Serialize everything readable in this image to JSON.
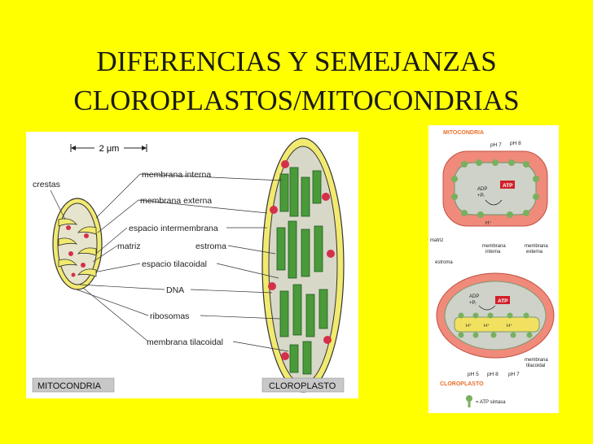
{
  "slide": {
    "title_line1": "DIFERENCIAS  Y SEMEJANZAS",
    "title_line2": "CLOROPLASTOS/MITOCONDRIAS",
    "background_color": "#ffff00"
  },
  "left_diagram": {
    "scale_label": "2 μm",
    "labels": {
      "crestas": "crestas",
      "membrana_interna": "membrana interna",
      "membrana_externa": "membrana externa",
      "espacio_intermembrana": "espacio intermembrana",
      "matriz": "matriz",
      "estroma": "estroma",
      "espacio_tilacoidal": "espacio tilacoidal",
      "dna": "DNA",
      "ribosomas": "ribosomas",
      "membrana_tilacoidal": "membrana tilacoidal"
    },
    "caption_left": "MITOCONDRIA",
    "caption_right": "CLOROPLASTO"
  },
  "right_diagram": {
    "title_top": "MITOCONDRIA",
    "ph7": "pH 7",
    "ph8": "pH 8",
    "atp": "ATP",
    "adp_line1": "ADP",
    "adp_line2": "+Pᵢ",
    "hplus": "H⁺",
    "matriz": "matriz",
    "membrana_interna_1": "membrana",
    "membrana_interna_2": "interna",
    "membrana_externa_1": "membrana",
    "membrana_externa_2": "externa",
    "estroma": "estroma",
    "membrana_tilacoidal_1": "membrana",
    "membrana_tilacoidal_2": "tilacoidal",
    "ph5": "pH 5",
    "ph8b": "pH 8",
    "ph7b": "pH 7",
    "title_bottom": "CLOROPLASTO",
    "legend": "= ATP sintasa"
  },
  "colors": {
    "mito_fill": "#e8e8c8",
    "outer_membrane": "#f0e870",
    "thylakoid_green": "#4a9a3a",
    "accent_red": "#e0303a",
    "salmon": "#f08a7a",
    "label_orange": "#e8702a"
  }
}
